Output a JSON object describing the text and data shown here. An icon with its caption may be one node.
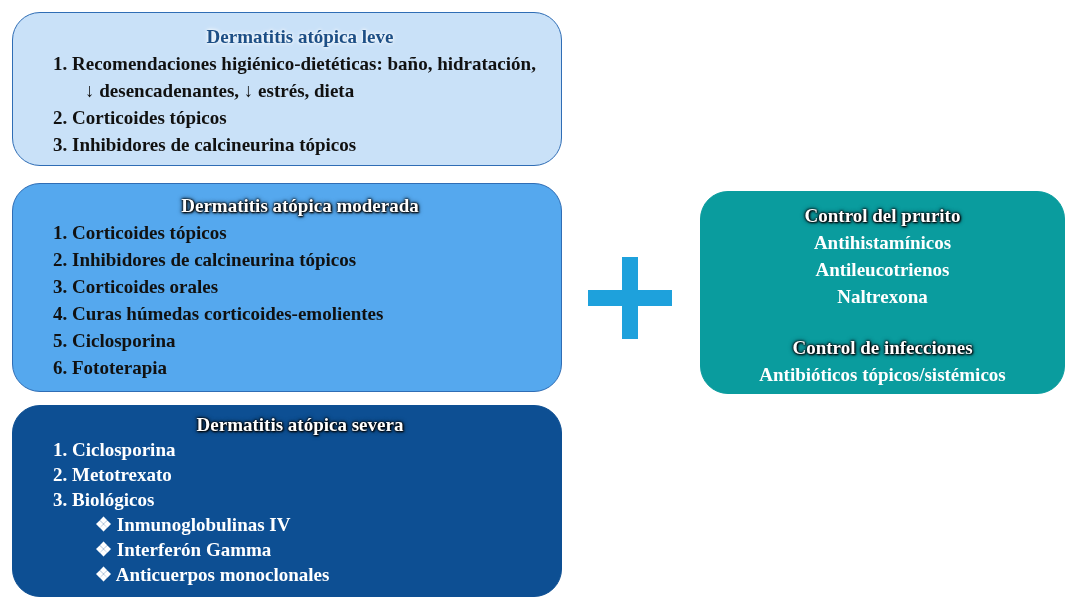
{
  "diagram": {
    "nodes": [
      {
        "text": [
          "Dermatitis atópica leve",
          "1. Recomendaciones higiénico-dietéticas: baño, hidratación, ↓ desencadenantes, ↓ estrés, dieta",
          "2. Corticoides tópicos",
          "3. Inhibidores de calcineurina tópicos"
        ]
      },
      {
        "text": [
          "Dermatitis atópica moderada",
          "1. Corticoides tópicos",
          "2. Inhibidores de calcineurina tópicos",
          "3. Corticoides orales",
          "4. Curas húmedas corticoides-emolientes",
          "5. Ciclosporina",
          "6. Fototerapia"
        ]
      },
      {
        "text": [
          "Dermatitis atópica severa",
          "1. Ciclosporina",
          "2. Metotrexato",
          "3. Biológicos",
          "❖ Inmunoglobulinas IV",
          "❖ Interferón Gamma",
          "❖ Anticuerpos monoclonales"
        ]
      },
      {
        "text": [
          "Control del prurito",
          "Antihistamínicos",
          "Antileucotrienos",
          "Naltrexona",
          "Control de infecciones",
          "Antibióticos tópicos/sistémicos"
        ]
      }
    ]
  }
}
